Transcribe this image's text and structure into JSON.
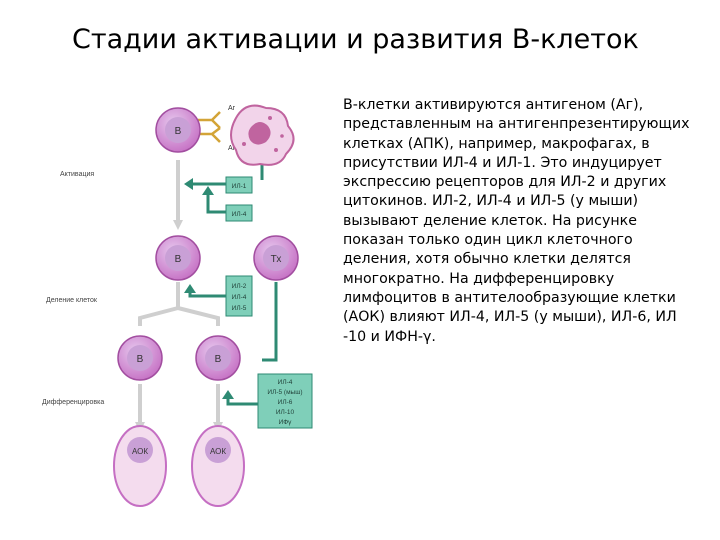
{
  "title": "Стадии активации и развития В-клеток",
  "body_text": "В-клетки активируются антигеном (Аг), представленным на антигенпрезентирующих клетках (АПК), например, макрофагах, в присутствии ИЛ-4 и ИЛ-1. Это индуцирует экспрессию рецепторов для ИЛ-2 и других цитокинов. ИЛ-2, ИЛ-4 и ИЛ-5 (у мыши) вызывают деление клеток. На рисунке показан только один цикл клеточного деления, хотя обычно клетки делятся многократно. На дифференцировку лимфоцитов в антителообразующие клетки (АОК) влияют ИЛ-4, ИЛ-5 (у мыши), ИЛ-6, ИЛ -10 и ИФН-γ.",
  "diagram": {
    "stages": {
      "activation": "Активация",
      "division": "Деление клеток",
      "differentiation": "Дифференцировка"
    },
    "cells": {
      "b_cell": "В",
      "t_cell": "Тх",
      "aok": "АОК"
    },
    "antigen_label": "Аг",
    "cytokine_boxes": {
      "box1": [
        "ИЛ-1"
      ],
      "box2": [
        "ИЛ-4"
      ],
      "box3": [
        "ИЛ-2",
        "ИЛ-4",
        "ИЛ-5"
      ],
      "box4": [
        "ИЛ-4",
        "ИЛ-5 (мыш)",
        "ИЛ-6",
        "ИЛ-10",
        "ИФγ"
      ]
    },
    "colors": {
      "cell_fill": "#c56fc3",
      "nucleus_fill": "#c9a0d6",
      "box_fill": "#7fcfb9",
      "box_border": "#2e8a73",
      "arrow_green": "#2e8a73",
      "arrow_gray": "#cfcfcf",
      "macrophage": "#c0649f"
    }
  }
}
